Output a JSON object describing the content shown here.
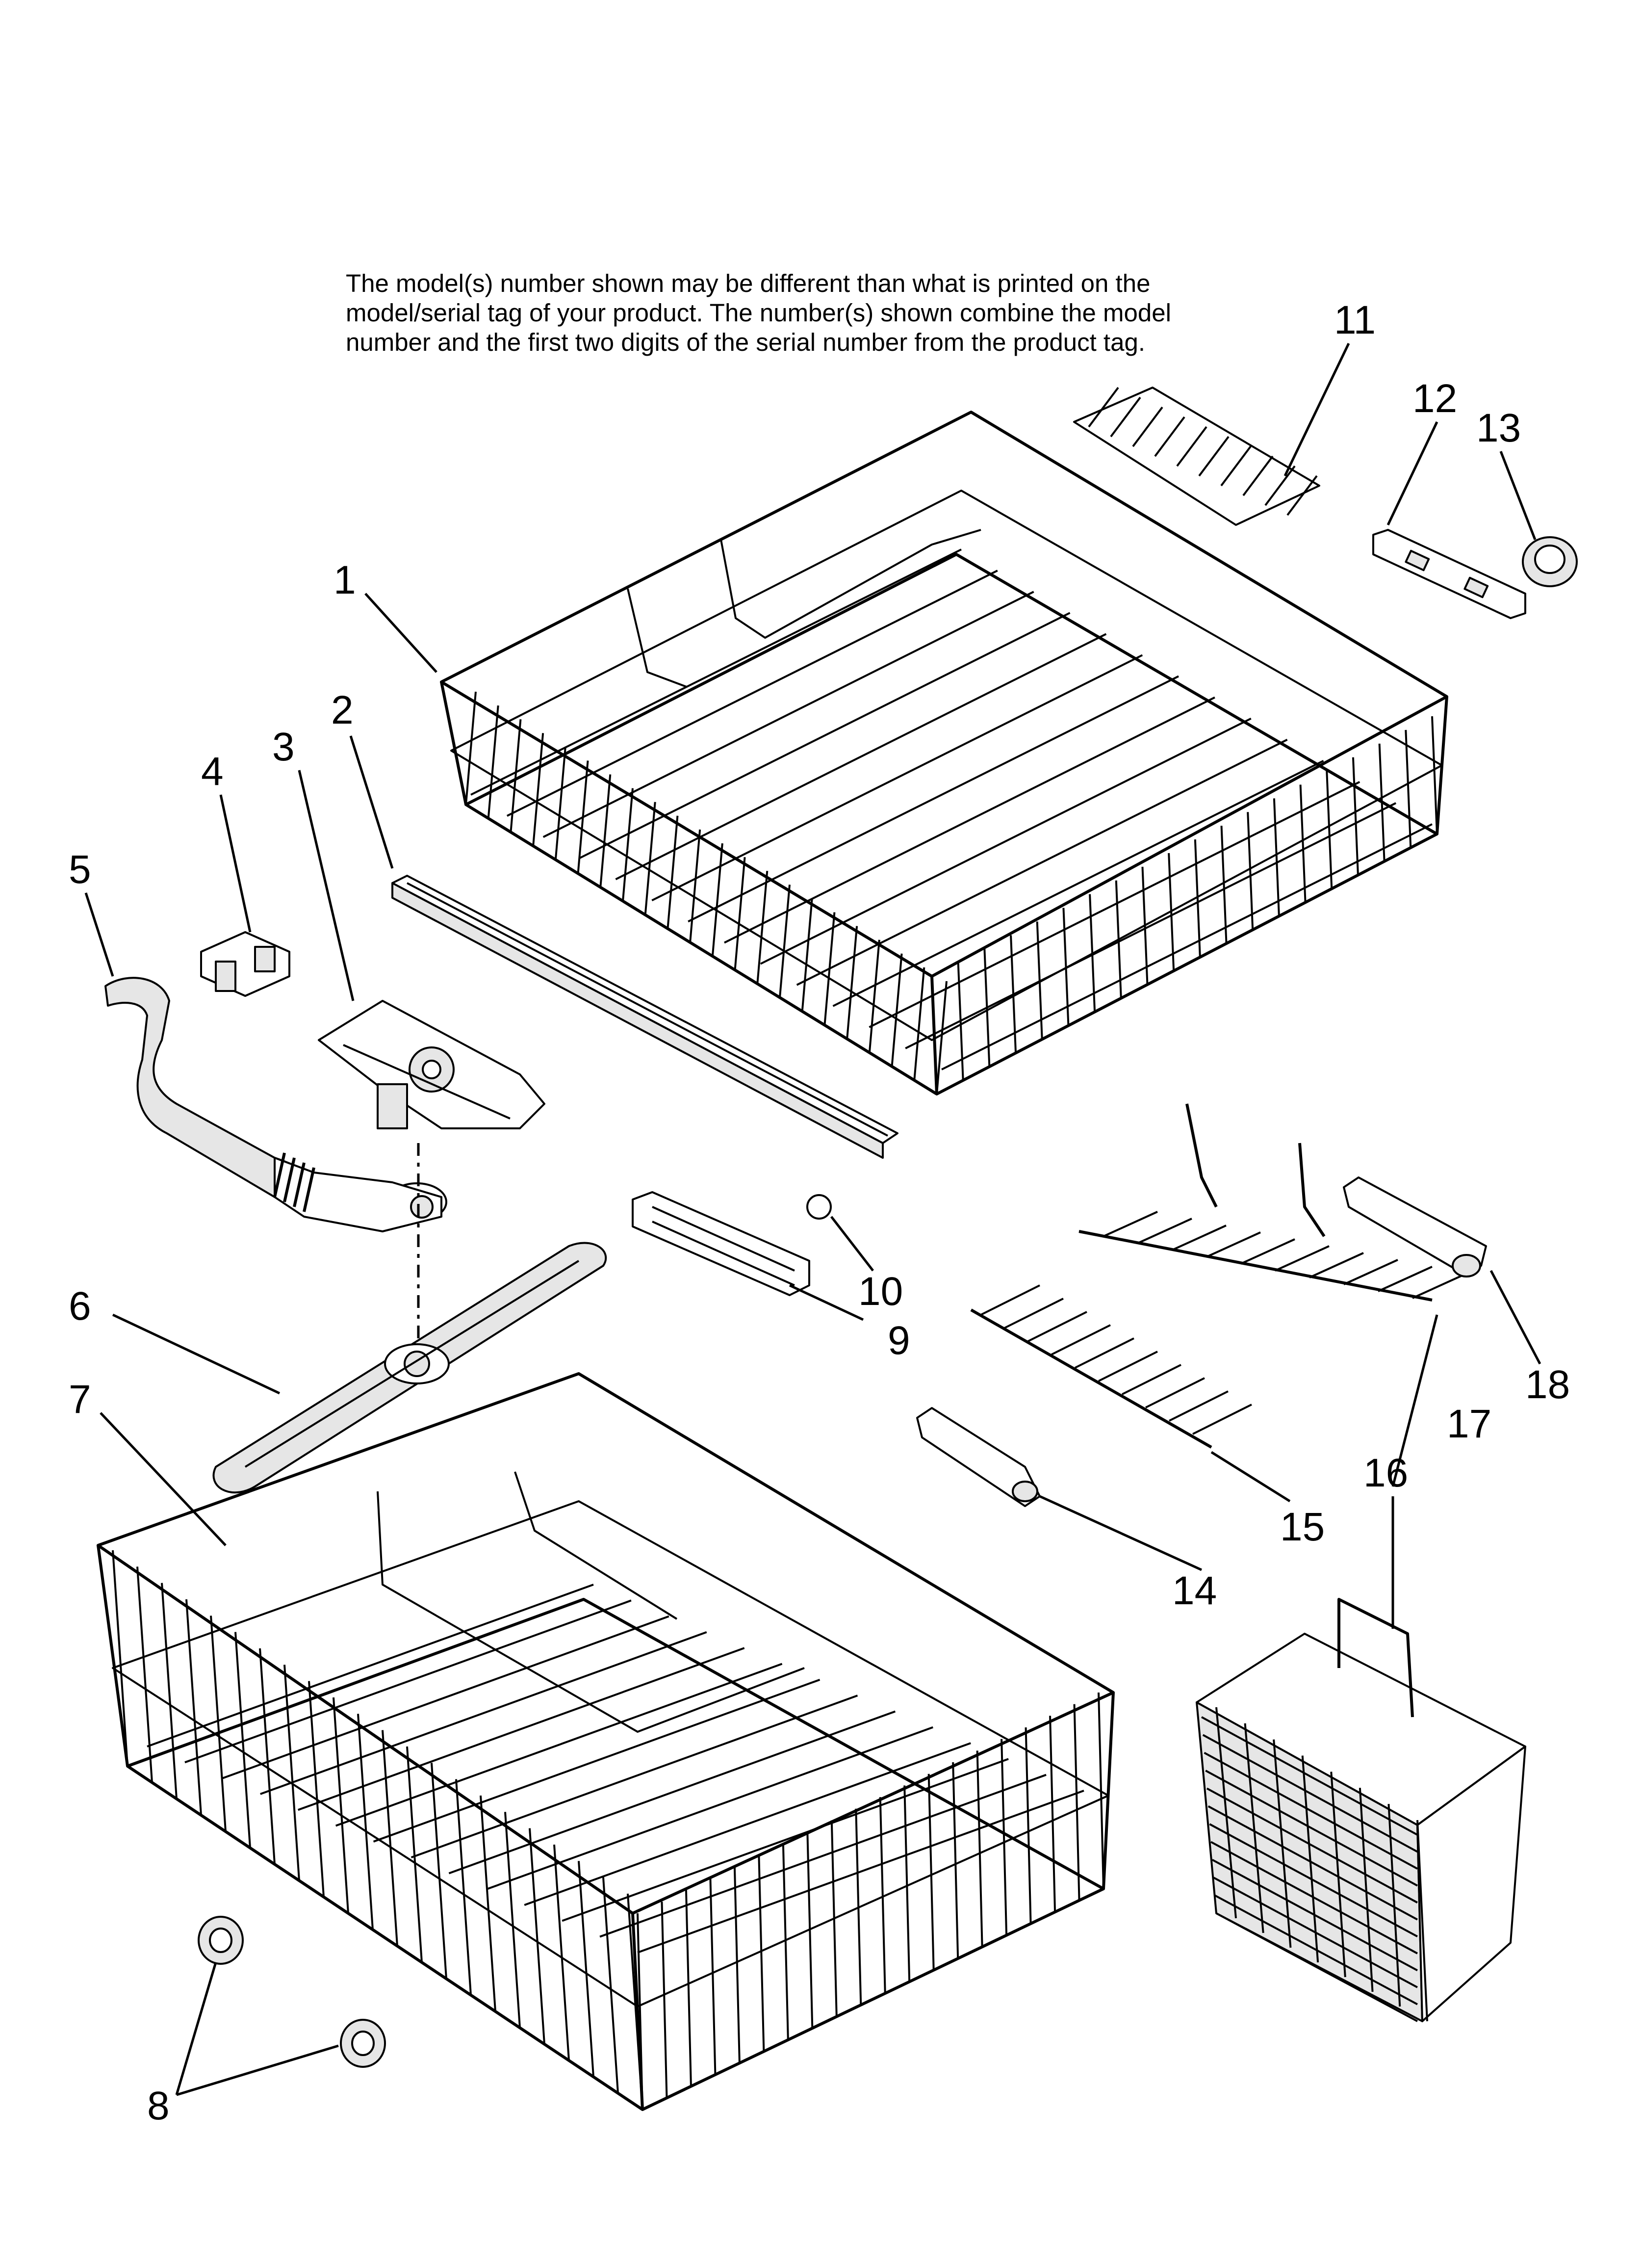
{
  "note": {
    "lines": [
      "The model(s) number shown may be different than what is printed on the",
      "model/serial tag of your product. The number(s) shown combine the model",
      "number and the first two digits of the serial number from the product tag."
    ]
  },
  "callouts": {
    "c1": "1",
    "c2": "2",
    "c3": "3",
    "c4": "4",
    "c5": "5",
    "c6": "6",
    "c7": "7",
    "c8": "8",
    "c9": "9",
    "c10": "10",
    "c11": "11",
    "c12": "12",
    "c13": "13",
    "c14": "14",
    "c15": "15",
    "c16": "16",
    "c17": "17",
    "c18": "18"
  },
  "colors": {
    "ink": "#000000",
    "paper": "#ffffff",
    "shade": "#e6e6e6"
  }
}
